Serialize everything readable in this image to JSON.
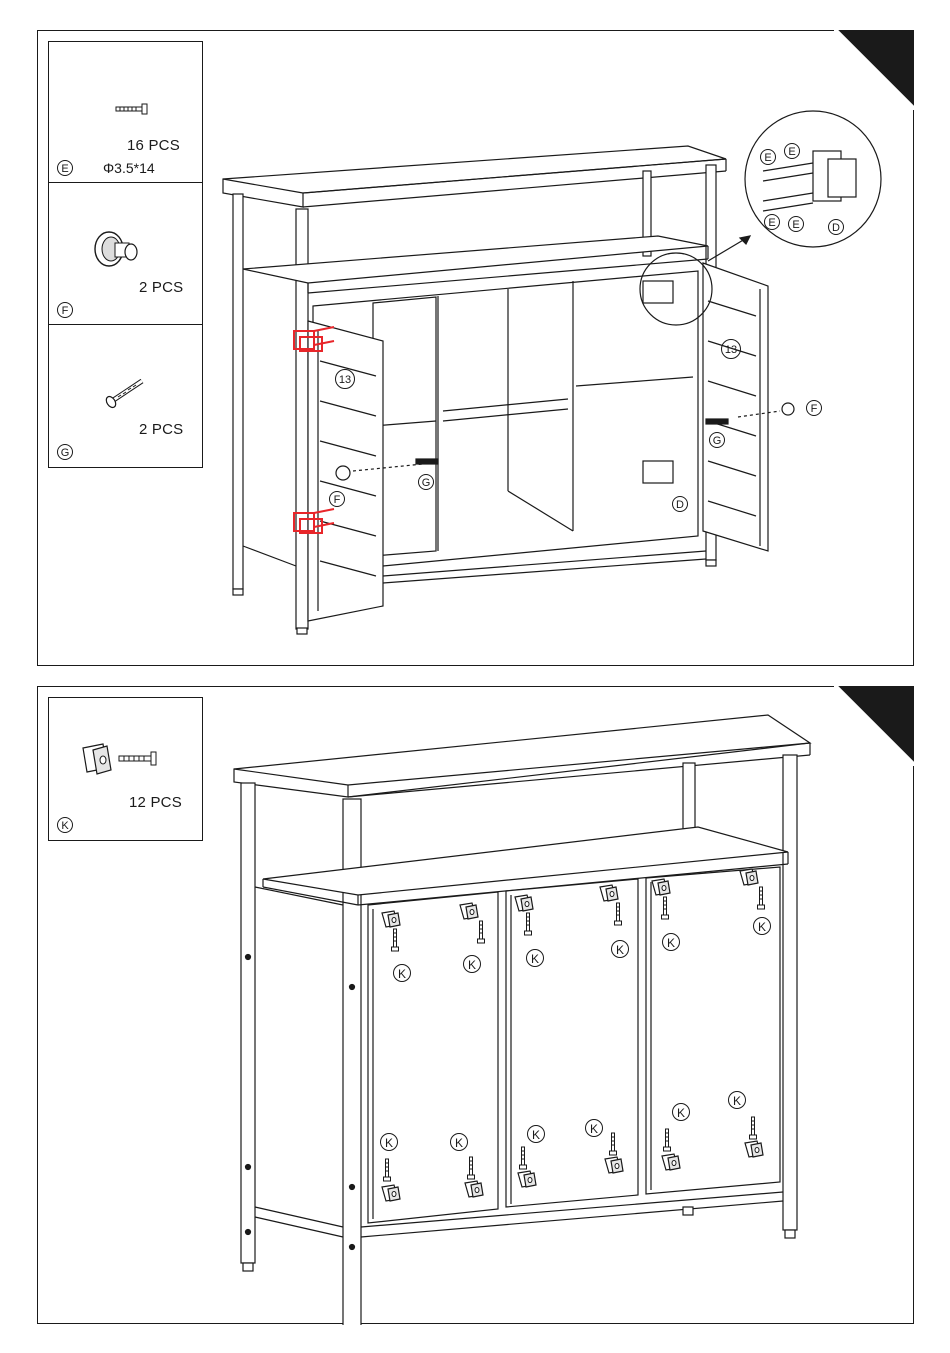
{
  "step1": {
    "parts": [
      {
        "letter": "E",
        "qty": "16 PCS",
        "spec": "Φ3.5*14",
        "icon": "screw-icon"
      },
      {
        "letter": "F",
        "qty": "2 PCS",
        "spec": "",
        "icon": "knob-icon"
      },
      {
        "letter": "G",
        "qty": "2 PCS",
        "spec": "",
        "icon": "bolt-icon"
      }
    ],
    "callouts": {
      "door_number": "13",
      "hinge": "D",
      "screw": "E",
      "knob": "F",
      "bolt": "G"
    },
    "highlight_color": "#e8262a"
  },
  "step2": {
    "parts": [
      {
        "letter": "K",
        "qty": "12 PCS",
        "spec": "",
        "icon": "bracket-screw-icon"
      }
    ],
    "callouts": {
      "bracket": "K"
    }
  }
}
